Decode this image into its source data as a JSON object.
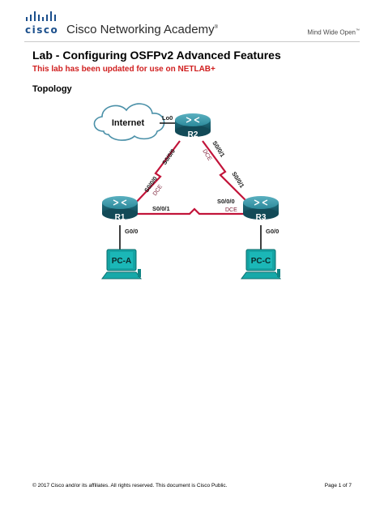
{
  "header": {
    "logo": "cisco",
    "academy": "Cisco Networking Academy",
    "trademark": "®",
    "tagline": "Mind Wide Open",
    "tagline_mark": "™"
  },
  "document": {
    "title": "Lab - Configuring OSFPv2 Advanced Features",
    "notice": "This lab has been updated for use on NETLAB+",
    "section": "Topology"
  },
  "topology": {
    "cloud": "Internet",
    "routers": [
      "R1",
      "R2",
      "R3"
    ],
    "pcs": [
      "PC-A",
      "PC-C"
    ],
    "labels": {
      "lo0": "Lo0",
      "r2_s000": "S0/0/0",
      "r2_s001": "S0/0/1",
      "r2_dce": "DCE",
      "r1_s000": "S0/0/0",
      "r1_dce": "DCE",
      "r1_s001": "S0/0/1",
      "r3_s001": "S0/0/1",
      "r3_s000": "S0/0/0",
      "r3_dce": "DCE",
      "r1_g00": "G0/0",
      "r3_g00": "G0/0"
    },
    "colors": {
      "serial_link": "#c2143a",
      "router": "#1e7d8c",
      "pc": "#15a3a3"
    }
  },
  "footer": {
    "copyright": "© 2017 Cisco and/or its affiliates. All rights reserved. This document is Cisco Public.",
    "page": "Page 1 of 7"
  }
}
